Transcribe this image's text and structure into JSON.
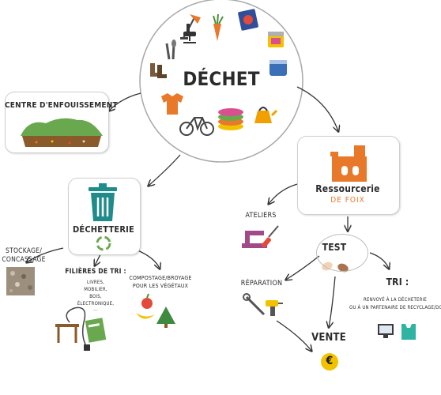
{
  "center": {
    "title": "DÉCHET"
  },
  "landfill": {
    "label": "CENTRE D'ENFOUISSEMENT"
  },
  "recycling_center": {
    "label": "DÉCHETTERIE"
  },
  "ressourcerie": {
    "name": "Ressourcerie",
    "subtitle": "DE FOIX"
  },
  "branches": {
    "stockage": {
      "line1": "STOCKAGE/",
      "line2": "CONCASSAGE"
    },
    "filieres": {
      "title": "FILIÈRES DE TRI :",
      "items": [
        "LIVRES,",
        "MOBILIER,",
        "BOIS,",
        "ÉLECTRONIQUE,",
        "..."
      ]
    },
    "compost": {
      "line1": "COMPOSTAGE/BROYAGE",
      "line2": "POUR LES VÉGÉTAUX"
    },
    "ateliers": {
      "label": "ATELIERS"
    },
    "test": {
      "label": "TEST"
    },
    "reparation": {
      "label": "RÉPARATION"
    },
    "tri": {
      "title": "TRI :",
      "line1": "RENVOYÉ À LA DÉCHETERIE",
      "line2": "OU À UN PARTENAIRE DE RECYCLAGE/DON"
    },
    "vente": {
      "label": "VENTE",
      "symbol": "€"
    }
  },
  "colors": {
    "orange": "#e8782a",
    "teal": "#1f8b8b",
    "green": "#6aa84f",
    "yellow": "#f2c200",
    "brown": "#8a5a2b"
  }
}
